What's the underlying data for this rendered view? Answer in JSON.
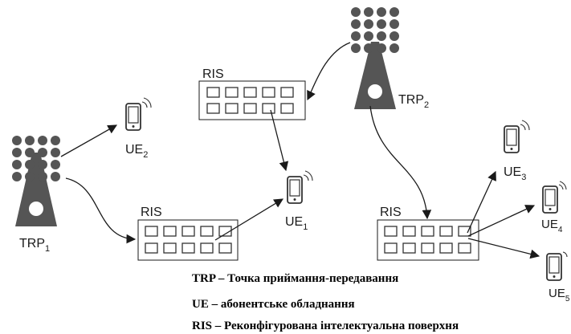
{
  "trps": [
    {
      "id": "trp1",
      "name": "TRP",
      "sub": "1"
    },
    {
      "id": "trp2",
      "name": "TRP",
      "sub": "2"
    }
  ],
  "ris_label": "RIS",
  "ues": [
    {
      "id": "ue1",
      "name": "UE",
      "sub": "1"
    },
    {
      "id": "ue2",
      "name": "UE",
      "sub": "2"
    },
    {
      "id": "ue3",
      "name": "UE",
      "sub": "3"
    },
    {
      "id": "ue4",
      "name": "UE",
      "sub": "4"
    },
    {
      "id": "ue5",
      "name": "UE",
      "sub": "5"
    }
  ],
  "legend": [
    "TRP – Точка приймання-передавання",
    "UE – абонентське обладнання",
    "RIS – Реконфігурована інтелектуальна поверхня"
  ],
  "colors": {
    "device": "#555555",
    "line": "#1a1a1a",
    "background": "#ffffff"
  }
}
